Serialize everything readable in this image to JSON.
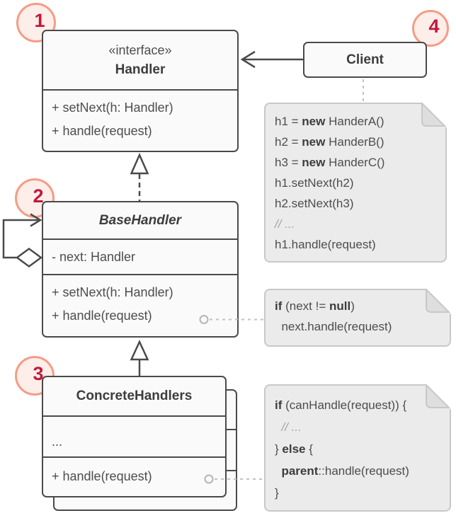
{
  "badges": [
    "1",
    "2",
    "3",
    "4"
  ],
  "classes": {
    "handler": {
      "stereotype": "«interface»",
      "name": "Handler",
      "methods": [
        "+ setNext(h: Handler)",
        "+ handle(request)"
      ]
    },
    "client": {
      "name": "Client"
    },
    "base_handler": {
      "name": "BaseHandler",
      "attributes": [
        "- next: Handler"
      ],
      "methods": [
        "+ setNext(h: Handler)",
        "+ handle(request)"
      ]
    },
    "concrete_handlers": {
      "name": "ConcreteHandlers",
      "attributes": [
        "..."
      ],
      "methods": [
        "+ handle(request)"
      ]
    }
  },
  "notes": {
    "client_code": {
      "lines": [
        [
          {
            "t": "h1 = "
          },
          {
            "t": "new",
            "s": "bold"
          },
          {
            "t": " HanderA()"
          }
        ],
        [
          {
            "t": "h2 = "
          },
          {
            "t": "new",
            "s": "bold"
          },
          {
            "t": " HanderB()"
          }
        ],
        [
          {
            "t": "h3 = "
          },
          {
            "t": "new",
            "s": "bold"
          },
          {
            "t": " HanderC()"
          }
        ],
        [
          {
            "t": "h1.setNext(h2)"
          }
        ],
        [
          {
            "t": "h2.setNext(h3)"
          }
        ],
        [
          {
            "t": "// ...",
            "s": "comment"
          }
        ],
        [
          {
            "t": "h1.handle(request)"
          }
        ]
      ]
    },
    "base_handler_code": {
      "lines": [
        [
          {
            "t": "if",
            "s": "bold"
          },
          {
            "t": " (next != "
          },
          {
            "t": "null",
            "s": "bold"
          },
          {
            "t": ")"
          }
        ],
        [
          {
            "t": "  next.handle(request)"
          }
        ]
      ]
    },
    "concrete_handler_code": {
      "lines": [
        [
          {
            "t": "if",
            "s": "bold"
          },
          {
            "t": " (canHandle(request)) {"
          }
        ],
        [
          {
            "t": "  "
          },
          {
            "t": "// ...",
            "s": "comment"
          }
        ],
        [
          {
            "t": "} "
          },
          {
            "t": "else",
            "s": "bold"
          },
          {
            "t": " {"
          }
        ],
        [
          {
            "t": "  "
          },
          {
            "t": "parent",
            "s": "bold"
          },
          {
            "t": "::handle(request)"
          }
        ],
        [
          {
            "t": "}"
          }
        ]
      ]
    }
  },
  "colors": {
    "box_fill": "#fafafa",
    "box_border": "#4a4a4a",
    "note_fill": "#ebebeb",
    "note_border": "#c8c8c8",
    "badge_fill": "#fdeeea",
    "badge_border": "#f59c84",
    "badge_text": "#c2183c",
    "connector_gray": "#bdbdbd"
  }
}
